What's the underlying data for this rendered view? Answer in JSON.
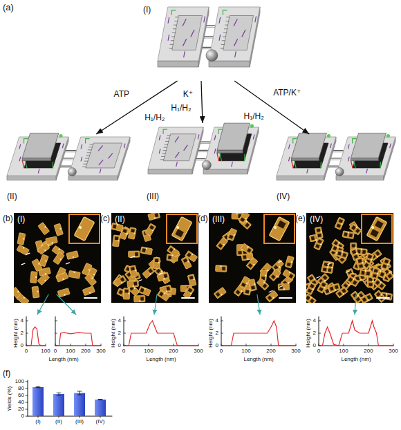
{
  "diagram": {
    "nodes": [
      {
        "text": [
          "(I)"
        ]
      },
      {
        "text": [
          "(II)"
        ]
      },
      {
        "text": [
          "(III)"
        ]
      },
      {
        "text": [
          "(IV)"
        ]
      }
    ],
    "edges": [
      {
        "from": 0,
        "to": 1,
        "arrow": "to",
        "label": "ATP"
      },
      {
        "from": 0,
        "to": 2,
        "arrow": "to",
        "label": "K⁺"
      },
      {
        "from": 0,
        "to": 3,
        "arrow": "to",
        "label": "ATP/K⁺"
      }
    ],
    "labels": [
      "(a)",
      "H₁/H₂",
      "H₁/H₂",
      "H₁/H₂",
      "(b)",
      "(I)",
      "(c)",
      "(II)",
      "(d)",
      "(III)",
      "(e)",
      "(IV)",
      "4",
      "2",
      "0",
      "Height (nm)",
      "0",
      "100",
      "0",
      "100",
      "200",
      "300",
      "Length (nm)",
      "4",
      "2",
      "0",
      "Height (nm)",
      "0",
      "100",
      "200",
      "300",
      "Length (nm)",
      "4",
      "2",
      "0",
      "Height (nm)",
      "0",
      "100",
      "200",
      "300",
      "Length (nm)",
      "4",
      "2",
      "0",
      "Height (nm)",
      "0",
      "100",
      "200",
      "300",
      "Length (nm)",
      "(f)",
      "Yields (%)",
      "100",
      "80",
      "60",
      "40",
      "20",
      "0",
      "(I)",
      "(II)",
      "(III)",
      "(IV)"
    ]
  }
}
